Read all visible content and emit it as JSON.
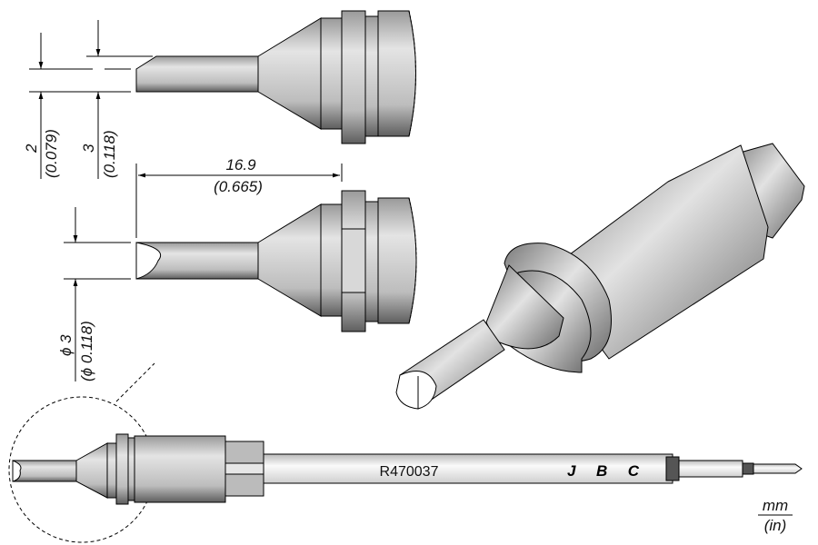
{
  "dimensions": {
    "bevel_height": {
      "mm": "2",
      "in": "(0.079)"
    },
    "tip_height": {
      "mm": "3",
      "in": "(0.118)"
    },
    "tip_length": {
      "mm": "16.9",
      "in": "(0.665)"
    },
    "tip_diameter": {
      "mm": "ϕ 3",
      "in": "(ϕ 0.118)"
    }
  },
  "part_number": "R470037",
  "brand_logo": "JBC",
  "units": {
    "primary": "mm",
    "secondary": "(in)"
  },
  "colors": {
    "metal_light": "#e6e6e6",
    "metal_dark": "#6e6e6e",
    "line": "#000000"
  }
}
